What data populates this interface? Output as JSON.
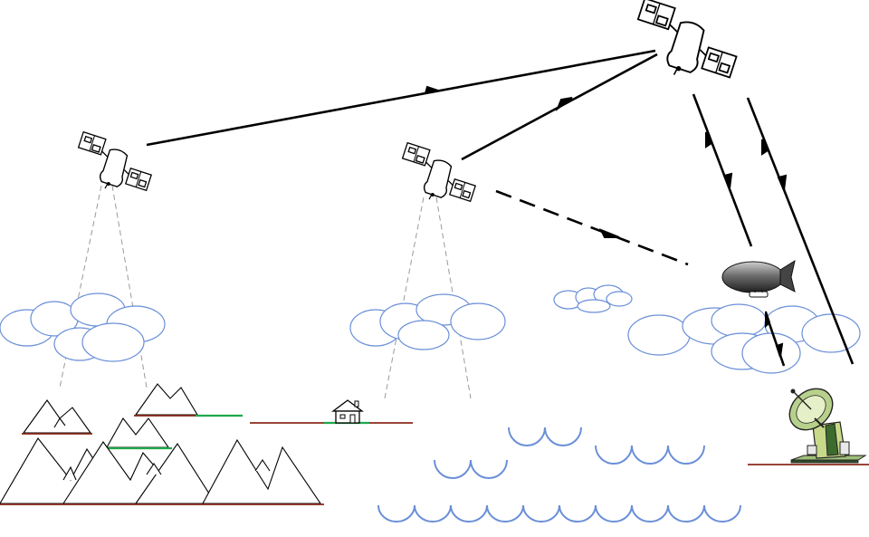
{
  "diagram": {
    "nodes": [
      {
        "id": "sat-left",
        "kind": "satellite"
      },
      {
        "id": "sat-middle",
        "kind": "satellite"
      },
      {
        "id": "sat-relay",
        "kind": "satellite"
      },
      {
        "id": "airship",
        "kind": "airship"
      },
      {
        "id": "ground-station",
        "kind": "dish-antenna"
      },
      {
        "id": "house",
        "kind": "building"
      }
    ],
    "links": [
      {
        "from": "sat-left",
        "to": "sat-relay",
        "style": "solid",
        "direction": "one-way"
      },
      {
        "from": "sat-middle",
        "to": "sat-relay",
        "style": "solid",
        "direction": "one-way"
      },
      {
        "from": "sat-middle",
        "to": "airship",
        "style": "dashed",
        "direction": "one-way"
      },
      {
        "from": "sat-relay",
        "to": "airship",
        "style": "solid",
        "direction": "two-way"
      },
      {
        "from": "sat-relay",
        "to": "ground-station",
        "style": "solid",
        "direction": "two-way"
      },
      {
        "from": "airship",
        "to": "ground-station",
        "style": "solid",
        "direction": "two-way"
      }
    ],
    "colors": {
      "cloud": "#6a8fd8",
      "water": "#6a8fd8",
      "ground": "#8a2a1a",
      "vegetation": "#1fa84a",
      "links": "#000000",
      "footprint": "#9a9a9a"
    }
  }
}
